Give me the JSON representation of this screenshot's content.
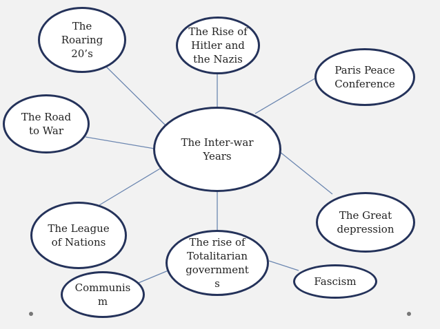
{
  "diagram": {
    "center": {
      "label": "The Inter-war\nYears"
    },
    "nodes": {
      "roaring_20s": {
        "label": "The\nRoaring\n20’s"
      },
      "rise_of_hitler": {
        "label": "The Rise of\nHitler and\nthe Nazis"
      },
      "paris_peace": {
        "label": "Paris Peace\nConference"
      },
      "road_to_war": {
        "label": "The Road\nto War"
      },
      "great_depression": {
        "label": "The Great\ndepression"
      },
      "league_of_nations": {
        "label": "The League\nof Nations"
      },
      "rise_of_totalitarian": {
        "label": "The rise of\nTotalitarian\ngovernment\ns"
      },
      "communism": {
        "label": "Communis\nm"
      },
      "fascism": {
        "label": "Fascism"
      }
    },
    "colors": {
      "node_border": "#24325a",
      "connector": "#6b86b0",
      "background": "#f2f2f2"
    }
  }
}
